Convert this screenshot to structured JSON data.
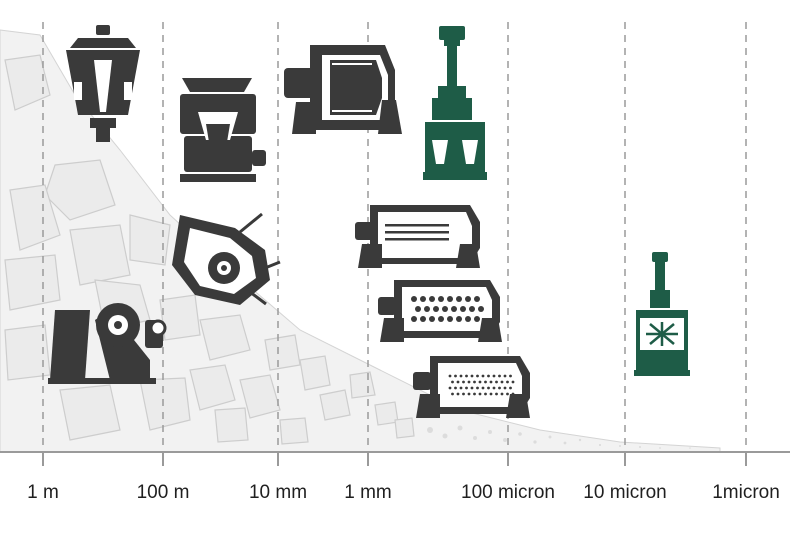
{
  "diagram": {
    "axis": {
      "ticks": [
        "1 m",
        "100 m",
        "10 mm",
        "1 mm",
        "100 micron",
        "10 micron",
        "1micron"
      ]
    },
    "machines": [
      {
        "name": "gyratory-crusher-icon",
        "color": "#3a3a3a"
      },
      {
        "name": "cone-crusher-icon",
        "color": "#3a3a3a"
      },
      {
        "name": "jaw-crusher-icon",
        "color": "#3a3a3a"
      },
      {
        "name": "impact-crusher-icon",
        "color": "#3a3a3a"
      },
      {
        "name": "sag-mill-icon",
        "color": "#3a3a3a"
      },
      {
        "name": "vertical-mill-icon",
        "color": "#1e5c47"
      },
      {
        "name": "rod-mill-icon",
        "color": "#3a3a3a"
      },
      {
        "name": "ball-mill-icon",
        "color": "#3a3a3a"
      },
      {
        "name": "pebble-mill-icon",
        "color": "#3a3a3a"
      },
      {
        "name": "stirred-mill-icon",
        "color": "#1e5c47"
      }
    ],
    "colors": {
      "dark": "#3a3a3a",
      "green": "#1e5c47",
      "rock": "#eeeeee",
      "rock_edge": "#cfcfcf",
      "grid": "#9a9a9a"
    }
  }
}
